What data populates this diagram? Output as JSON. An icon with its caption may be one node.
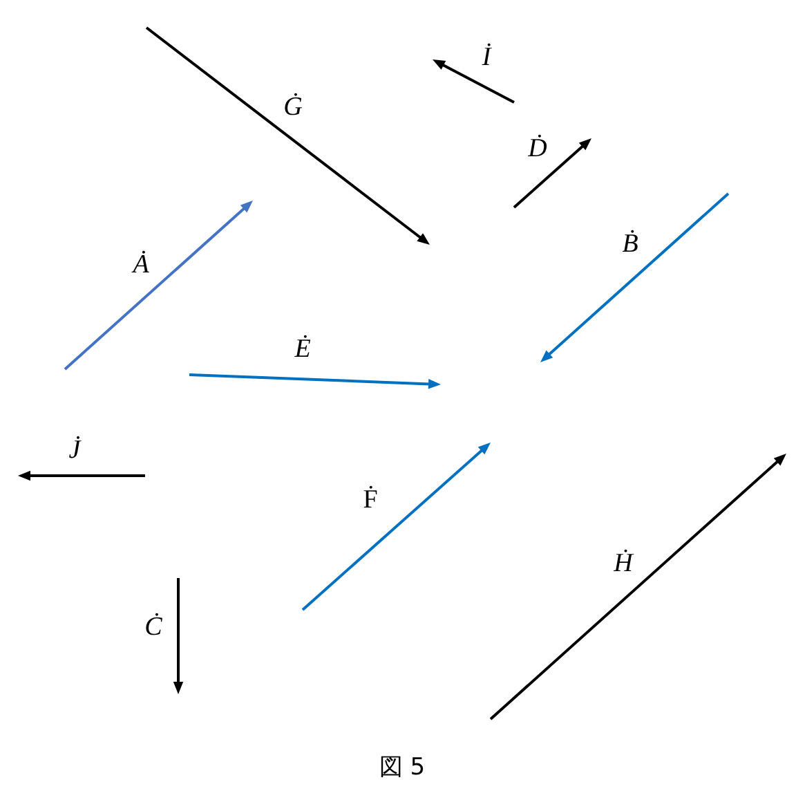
{
  "diagram": {
    "caption": "図 5",
    "labels": [
      "İ",
      "Ġ",
      "Ḋ",
      "Ḃ",
      "Ȧ",
      "Ė",
      "J̇",
      "Ḟ",
      "Ḣ",
      "Ċ"
    ]
  }
}
